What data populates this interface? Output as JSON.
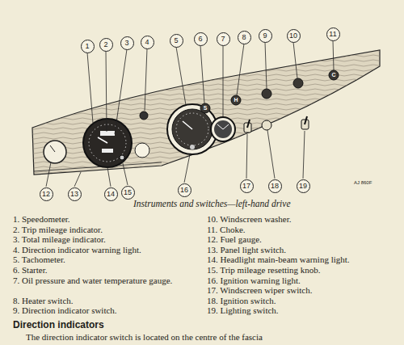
{
  "diagram": {
    "caption": "Instruments and switches—left-hand drive",
    "nodes": [
      {
        "text": [
          "1"
        ]
      },
      {
        "text": [
          "2"
        ]
      },
      {
        "text": [
          "3"
        ]
      },
      {
        "text": [
          "4"
        ]
      },
      {
        "text": [
          "5"
        ]
      },
      {
        "text": [
          "6"
        ]
      },
      {
        "text": [
          "7"
        ]
      },
      {
        "text": [
          "8"
        ]
      },
      {
        "text": [
          "9"
        ]
      },
      {
        "text": [
          "10"
        ]
      },
      {
        "text": [
          "11"
        ]
      },
      {
        "text": [
          "12"
        ]
      },
      {
        "text": [
          "13"
        ]
      },
      {
        "text": [
          "14"
        ]
      },
      {
        "text": [
          "15"
        ]
      },
      {
        "text": [
          "16"
        ]
      },
      {
        "text": [
          "17"
        ]
      },
      {
        "text": [
          "18"
        ]
      },
      {
        "text": [
          "19"
        ]
      }
    ],
    "labels": [
      "S",
      "H",
      "C",
      "AJ 860F",
      "1. Speedometer.",
      "2. Trip mileage indicator.",
      "3. Total mileage indicator.",
      "4. Direction indicator warning light.",
      "5. Tachometer.",
      "6. Starter.",
      "7. Oil pressure and water temperature gauge.",
      "8. Heater switch.",
      "9. Direction indicator switch.",
      "10. Windscreen washer.",
      "11. Choke.",
      "12. Fuel gauge.",
      "13. Panel light switch.",
      "14. Headlight main-beam warning light.",
      "15. Trip mileage resetting knob.",
      "16. Ignition warning light.",
      "17. Windscreen wiper switch.",
      "18. Ignition switch.",
      "19. Lighting switch.",
      "Direction indicators",
      "The direction indicator switch is located on the centre of the fascia"
    ]
  }
}
